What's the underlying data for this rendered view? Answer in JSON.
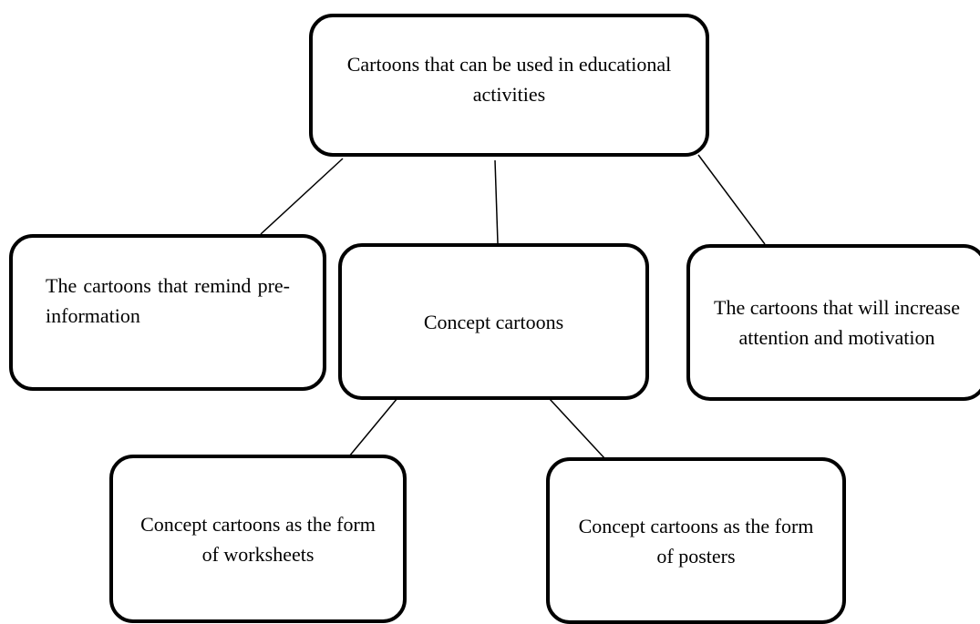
{
  "diagram": {
    "root": {
      "label": "Cartoons that can be used in educational activities"
    },
    "children": [
      {
        "id": "preinfo",
        "label": "The cartoons that remind pre-information"
      },
      {
        "id": "concept",
        "label": "Concept cartoons"
      },
      {
        "id": "attention",
        "label": "The cartoons that will increase attention and motivation"
      }
    ],
    "grandchildren": [
      {
        "id": "worksheets",
        "parent": "concept",
        "label": "Concept cartoons as the form of worksheets"
      },
      {
        "id": "posters",
        "parent": "concept",
        "label": "Concept cartoons as the form of posters"
      }
    ]
  }
}
